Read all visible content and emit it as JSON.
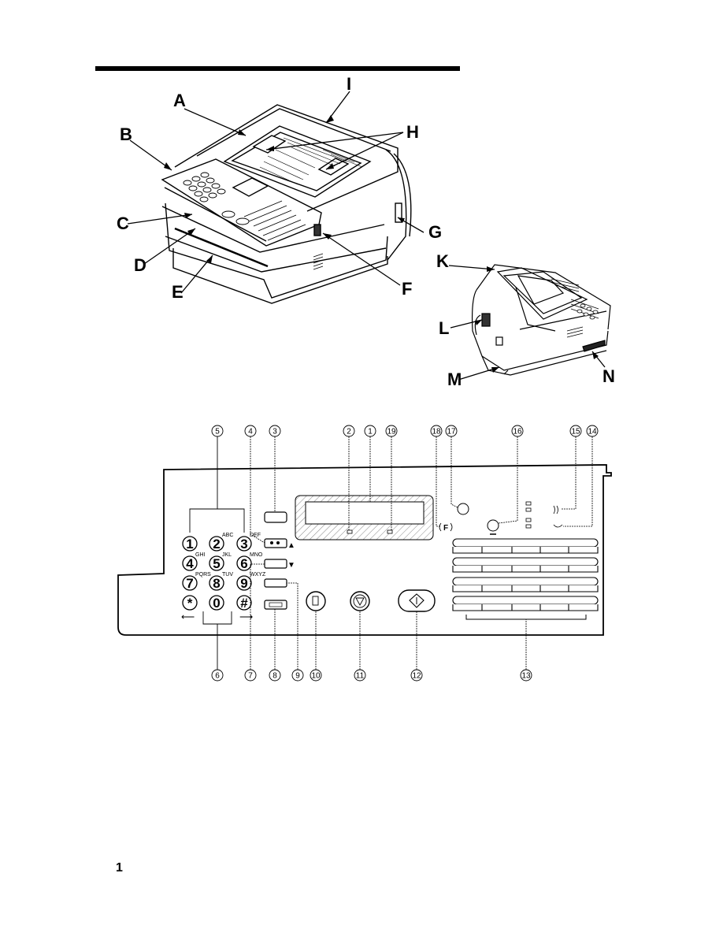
{
  "callouts": {
    "A": "A",
    "B": "B",
    "C": "C",
    "D": "D",
    "E": "E",
    "F": "F",
    "G": "G",
    "H": "H",
    "I": "I",
    "K": "K",
    "L": "L",
    "M": "M",
    "N": "N"
  },
  "panel_numbers": {
    "n1": "1",
    "n2": "2",
    "n3": "3",
    "n4": "4",
    "n5": "5",
    "n6": "6",
    "n7": "7",
    "n8": "8",
    "n9": "9",
    "n10": "10",
    "n11": "11",
    "n12": "12",
    "n13": "13",
    "n14": "14",
    "n15": "15",
    "n16": "16",
    "n17": "17",
    "n18": "18",
    "n19": "19"
  },
  "keypad": [
    {
      "key": "1",
      "letters": ""
    },
    {
      "key": "2",
      "letters": "ABC"
    },
    {
      "key": "3",
      "letters": "DEF"
    },
    {
      "key": "4",
      "letters": "GHI"
    },
    {
      "key": "5",
      "letters": "JKL"
    },
    {
      "key": "6",
      "letters": "MNO"
    },
    {
      "key": "7",
      "letters": "PQRS"
    },
    {
      "key": "8",
      "letters": "TUV"
    },
    {
      "key": "9",
      "letters": "WXYZ"
    },
    {
      "key": "*",
      "letters": ""
    },
    {
      "key": "0",
      "letters": ""
    },
    {
      "key": "#",
      "letters": ""
    }
  ],
  "panel_symbols": {
    "f_key": "F",
    "arrow_up": "▲",
    "arrow_down": "▼",
    "arrow_left": "⟵",
    "arrow_right": "⟶"
  },
  "page_number": "1"
}
